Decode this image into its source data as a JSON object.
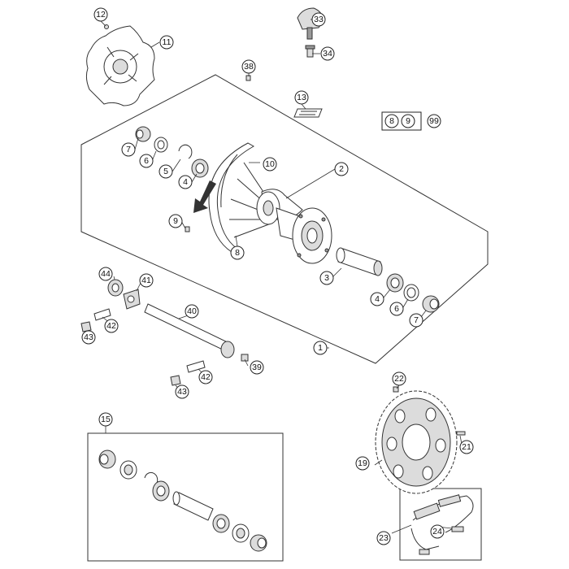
{
  "diagram": {
    "accent_color": "#333333",
    "callouts": {
      "c1": "1",
      "c2": "2",
      "c3": "3",
      "c4a": "4",
      "c4b": "4",
      "c5": "5",
      "c6a": "6",
      "c6b": "6",
      "c7a": "7",
      "c7b": "7",
      "c8a": "8",
      "c8b": "8",
      "c9a": "9",
      "c9b": "9",
      "c10": "10",
      "c11": "11",
      "c12": "12",
      "c13": "13",
      "c15": "15",
      "c19": "19",
      "c21": "21",
      "c22": "22",
      "c23": "23",
      "c24": "24",
      "c33": "33",
      "c34": "34",
      "c38": "38",
      "c39": "39",
      "c40": "40",
      "c41": "41",
      "c42a": "42",
      "c42b": "42",
      "c43a": "43",
      "c43b": "43",
      "c44": "44",
      "c99": "99"
    }
  }
}
